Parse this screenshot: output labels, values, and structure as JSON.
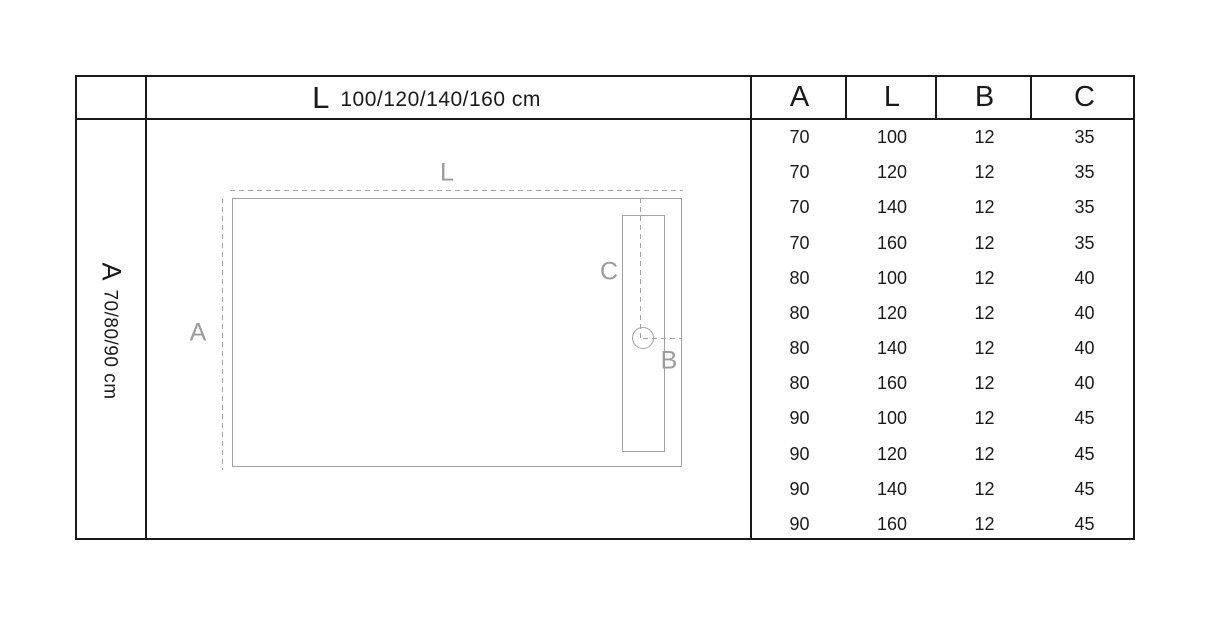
{
  "header": {
    "length_letter": "L",
    "length_values": "100/120/140/160 cm",
    "columns": [
      "A",
      "L",
      "B",
      "C"
    ]
  },
  "side": {
    "letter": "A",
    "values": "70/80/90 cm"
  },
  "diagram": {
    "length_label": "L",
    "width_label": "A",
    "c_label": "C",
    "b_label": "B"
  },
  "table": {
    "rows": [
      [
        70,
        100,
        12,
        35
      ],
      [
        70,
        120,
        12,
        35
      ],
      [
        70,
        140,
        12,
        35
      ],
      [
        70,
        160,
        12,
        35
      ],
      [
        80,
        100,
        12,
        40
      ],
      [
        80,
        120,
        12,
        40
      ],
      [
        80,
        140,
        12,
        40
      ],
      [
        80,
        160,
        12,
        40
      ],
      [
        90,
        100,
        12,
        45
      ],
      [
        90,
        120,
        12,
        45
      ],
      [
        90,
        140,
        12,
        45
      ],
      [
        90,
        160,
        12,
        45
      ]
    ]
  },
  "colors": {
    "background": "#ffffff",
    "border": "#1a1a1a",
    "text": "#1a1a1a",
    "diagram_line": "#a3a3a3",
    "diagram_label": "#9b9b9b"
  }
}
